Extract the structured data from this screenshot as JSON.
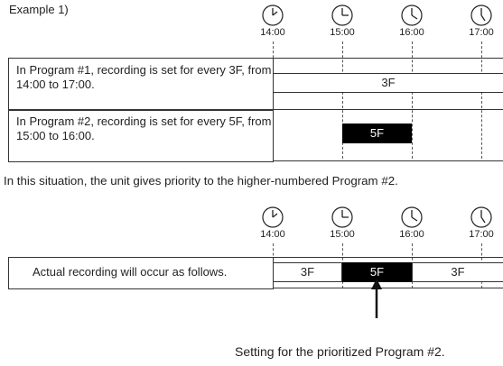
{
  "example_label": "Example 1)",
  "clock_times": [
    "14:00",
    "15:00",
    "16:00",
    "17:00"
  ],
  "program1_text": "In Program #1, recording is set for every 3F, from 14:00 to 17:00.",
  "program1_bar": "3F",
  "program2_text": "In Program #2, recording is set for every 5F, from 15:00 to 16:00.",
  "program2_bar": "5F",
  "priority_text": "In this situation, the unit gives priority to the higher-numbered Program #2.",
  "actual_text": "Actual recording will occur as follows.",
  "actual_bars": [
    "3F",
    "5F",
    "3F"
  ],
  "setting_caption": "Setting for the prioritized Program #2."
}
